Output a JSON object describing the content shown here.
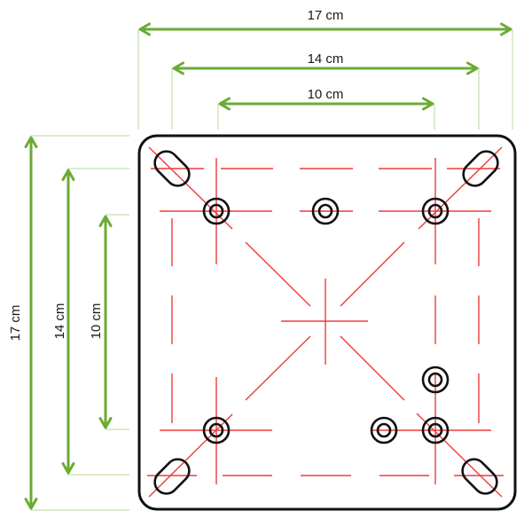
{
  "title": "Mounting plate hole pattern",
  "dimensions": {
    "horizontal": [
      {
        "label": "17 cm",
        "value_cm": 17
      },
      {
        "label": "14 cm",
        "value_cm": 14
      },
      {
        "label": "10 cm",
        "value_cm": 10
      }
    ],
    "vertical": [
      {
        "label": "17 cm",
        "value_cm": 17
      },
      {
        "label": "14 cm",
        "value_cm": 14
      },
      {
        "label": "10 cm",
        "value_cm": 10
      }
    ]
  },
  "colors": {
    "dimension": "#6aab35",
    "centerline": "#ee3b3b",
    "outline": "#111111",
    "extension": "#a9d18e"
  }
}
